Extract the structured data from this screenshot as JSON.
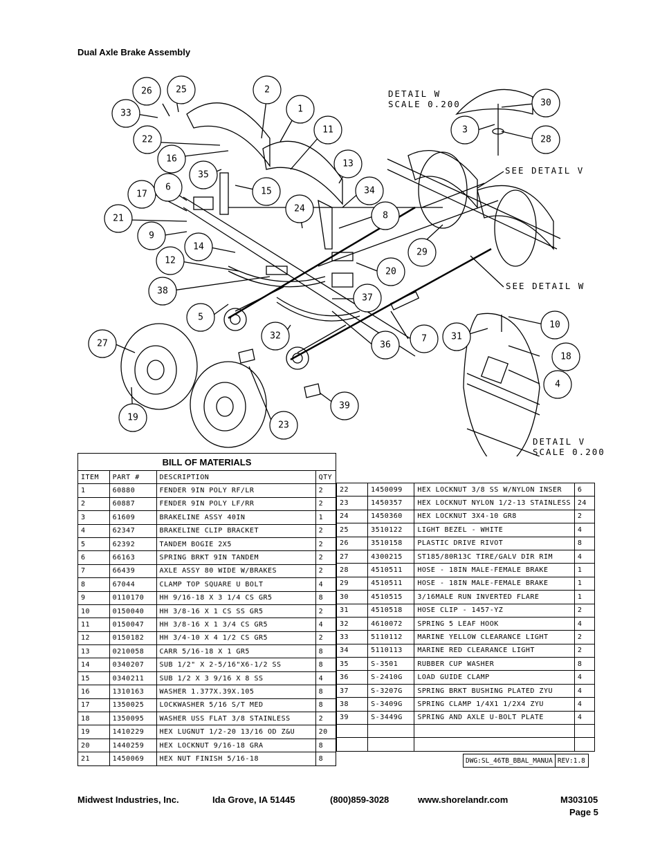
{
  "page_title": "Dual Axle Brake Assembly",
  "detail_w": {
    "label": "DETAIL  W",
    "scale": "SCALE  0.200"
  },
  "detail_v": {
    "label": "DETAIL  V",
    "scale": "SCALE  0.200"
  },
  "see_detail_v": "SEE DETAIL  V",
  "see_detail_w": "SEE DETAIL  W",
  "callouts": [
    "26",
    "25",
    "2",
    "33",
    "1",
    "22",
    "11",
    "16",
    "35",
    "13",
    "34",
    "15",
    "17",
    "6",
    "24",
    "21",
    "8",
    "9",
    "14",
    "12",
    "20",
    "29",
    "38",
    "37",
    "5",
    "32",
    "36",
    "7",
    "31",
    "10",
    "27",
    "18",
    "4",
    "19",
    "23",
    "39",
    "30",
    "3",
    "28"
  ],
  "bom": {
    "heading": "BILL OF MATERIALS",
    "columns": [
      "ITEM",
      "PART #",
      "DESCRIPTION",
      "QTY"
    ],
    "left_rows": [
      [
        "1",
        "60880",
        "FENDER  9IN POLY RF/LR",
        "2"
      ],
      [
        "2",
        "60887",
        "FENDER  9IN POLY LF/RR",
        "2"
      ],
      [
        "3",
        "61609",
        "BRAKELINE ASSY  40IN",
        "1"
      ],
      [
        "4",
        "62347",
        "BRAKELINE CLIP BRACKET",
        "2"
      ],
      [
        "5",
        "62392",
        "TANDEM BOGIE   2X5",
        "2"
      ],
      [
        "6",
        "66163",
        "SPRING BRKT  9IN TANDEM",
        "2"
      ],
      [
        "7",
        "66439",
        "AXLE ASSY 80 WIDE W/BRAKES",
        "2"
      ],
      [
        "8",
        "67044",
        "CLAMP TOP SQUARE U BOLT",
        "4"
      ],
      [
        "9",
        "0110170",
        "HH 9/16-18 X 3 1/4 CS GR5",
        "8"
      ],
      [
        "10",
        "0150040",
        "HH 3/8-16 X 1 CS SS GR5",
        "2"
      ],
      [
        "11",
        "0150047",
        "HH 3/8-16 X 1 3/4 CS GR5",
        "4"
      ],
      [
        "12",
        "0150182",
        "HH 3/4-10 X 4 1/2 CS GR5",
        "2"
      ],
      [
        "13",
        "0210058",
        "CARR 5/16-18 X 1 GR5",
        "8"
      ],
      [
        "14",
        "0340207",
        "SUB 1/2\" X 2-5/16\"X6-1/2 SS",
        "8"
      ],
      [
        "15",
        "0340211",
        "SUB 1/2 X 3 9/16 X 8 SS",
        "4"
      ],
      [
        "16",
        "1310163",
        "WASHER 1.377X.39X.105",
        "8"
      ],
      [
        "17",
        "1350025",
        "LOCKWASHER 5/16 S/T MED",
        "8"
      ],
      [
        "18",
        "1350095",
        "WASHER USS FLAT 3/8 STAINLESS",
        "2"
      ],
      [
        "19",
        "1410229",
        "HEX LUGNUT 1/2-20 13/16 OD Z&U",
        "20"
      ],
      [
        "20",
        "1440259",
        "HEX LOCKNUT 9/16-18 GRA",
        "8"
      ],
      [
        "21",
        "1450069",
        "HEX NUT FINISH 5/16-18",
        "8"
      ]
    ],
    "right_rows": [
      [
        "22",
        "1450099",
        "HEX LOCKNUT 3/8 SS W/NYLON INSER",
        "6"
      ],
      [
        "23",
        "1450357",
        "HEX LOCKNUT NYLON 1/2-13 STAINLESS",
        "24"
      ],
      [
        "24",
        "1450360",
        "HEX LOCKNUT 3X4-10 GR8",
        "2"
      ],
      [
        "25",
        "3510122",
        "LIGHT BEZEL - WHITE",
        "4"
      ],
      [
        "26",
        "3510158",
        "PLASTIC DRIVE RIVOT",
        "8"
      ],
      [
        "27",
        "4300215",
        "ST185/80R13C TIRE/GALV DIR RIM",
        "4"
      ],
      [
        "28",
        "4510511",
        "HOSE - 18IN MALE-FEMALE BRAKE",
        "1"
      ],
      [
        "29",
        "4510511",
        "HOSE - 18IN MALE-FEMALE BRAKE",
        "1"
      ],
      [
        "30",
        "4510515",
        "3/16MALE RUN INVERTED FLARE",
        "1"
      ],
      [
        "31",
        "4510518",
        "HOSE CLIP - 1457-YZ",
        "2"
      ],
      [
        "32",
        "4610072",
        "SPRING  5 LEAF HOOK",
        "4"
      ],
      [
        "33",
        "5110112",
        "MARINE YELLOW CLEARANCE LIGHT",
        "2"
      ],
      [
        "34",
        "5110113",
        "MARINE RED CLEARANCE LIGHT",
        "2"
      ],
      [
        "35",
        "S-3501",
        "RUBBER CUP WASHER",
        "8"
      ],
      [
        "36",
        "S-2410G",
        "LOAD GUIDE CLAMP",
        "4"
      ],
      [
        "37",
        "S-3207G",
        "SPRING BRKT BUSHING PLATED ZYU",
        "4"
      ],
      [
        "38",
        "S-3409G",
        "SPRING CLAMP   1/4X1 1/2X4  ZYU",
        "4"
      ],
      [
        "39",
        "S-3449G",
        "SPRING AND AXLE U-BOLT PLATE",
        "4"
      ],
      [
        "",
        "",
        "",
        ""
      ],
      [
        "",
        "",
        "",
        ""
      ]
    ],
    "dwg": "DWG:SL_46TB_BBAL_MANUA",
    "rev": "REV:1.8"
  },
  "footer": {
    "company": "Midwest Industries, Inc.",
    "city": "Ida Grove, IA  51445",
    "phone": "(800)859-3028",
    "website": "www.shorelandr.com",
    "doc_number": "M303105",
    "page": "Page 5"
  }
}
